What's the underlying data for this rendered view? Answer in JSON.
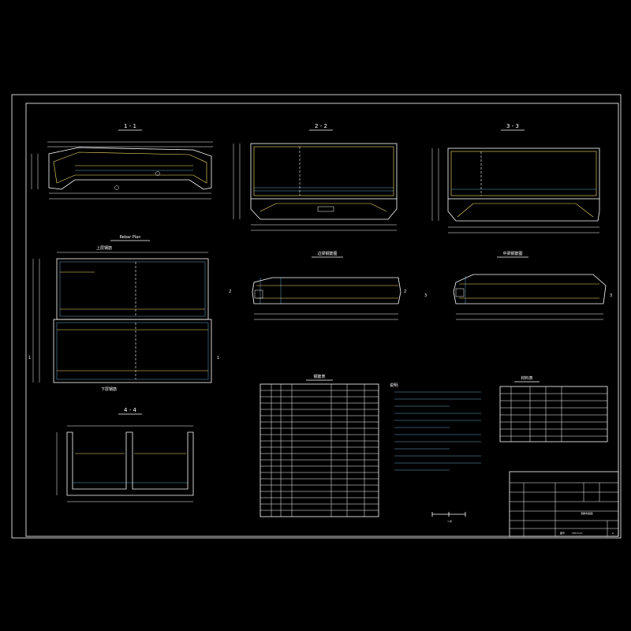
{
  "sections": {
    "s11": "1 - 1",
    "s22": "2 - 2",
    "s33": "3 - 3",
    "s44": "4 - 4"
  },
  "plan": {
    "title": "Rebar Plan",
    "upper_label": "上层钢筋",
    "lower_label": "下层钢筋"
  },
  "views": {
    "side_beam": "边梁钢筋图",
    "mid_beam": "中梁钢筋图"
  },
  "tables": {
    "rebar_table_title": "钢筋表",
    "material_table_title": "材料表",
    "notes_heading": "说明:"
  },
  "scale": {
    "label": "1 米"
  },
  "titleblock": {
    "drawing_name": "钢筋构造图",
    "drawing_no_label": "图号",
    "drawing_no": "TKT-H-17",
    "sheet": "A"
  },
  "markers": {
    "one": "1",
    "two": "2",
    "three": "3"
  }
}
